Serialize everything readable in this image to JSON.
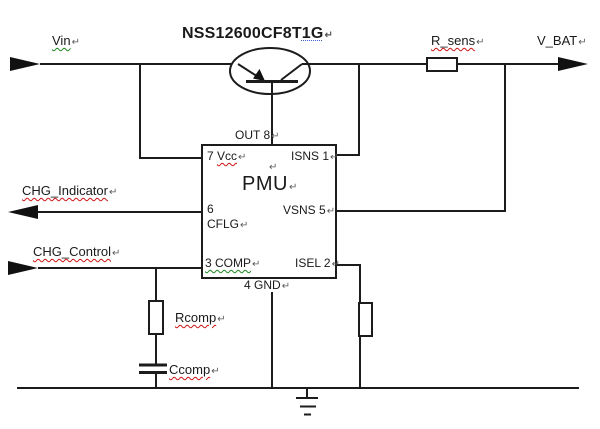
{
  "title": {
    "main": "NSS12600CF8T",
    "tail": "1G"
  },
  "marks": {
    "return": "↵"
  },
  "nets": {
    "vin": "Vin",
    "r_sens": "R_sens",
    "v_bat": "V_BAT",
    "chg_indicator": "CHG_Indicator",
    "chg_control": "CHG_Control",
    "rcomp": "Rcomp",
    "ccomp": "Ccomp"
  },
  "pmu": {
    "name": "PMU",
    "pin_out": "OUT 8",
    "pin_vcc_num": "7 ",
    "pin_vcc": "Vcc",
    "pin_isns": "ISNS 1",
    "pin_cflg_num": "6",
    "pin_cflg": "CFLG",
    "pin_vsns": "VSNS 5",
    "pin_comp": "3 COMP",
    "pin_isel": "ISEL 2",
    "pin_gnd": "4 GND"
  },
  "colors": {
    "line": "#1c1c1c",
    "spellcheck_red": "#cc1111",
    "grammar_green": "#18861b",
    "format_blue": "#3b5bd0"
  }
}
